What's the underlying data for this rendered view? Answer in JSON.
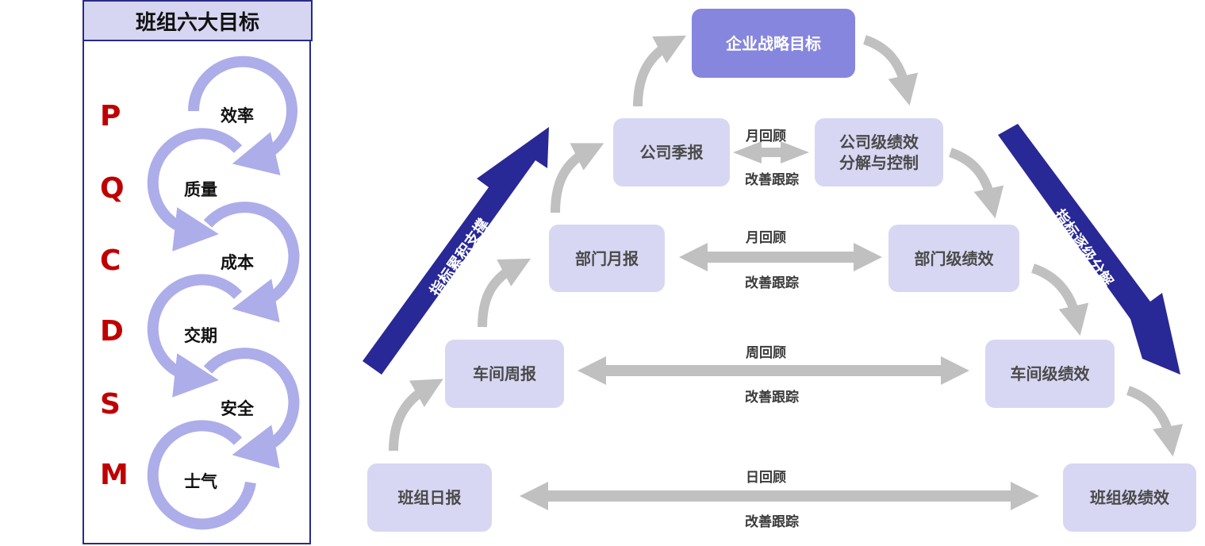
{
  "left_panel": {
    "title": "班组六大目标",
    "items": [
      {
        "letter": "P",
        "goal": "效率"
      },
      {
        "letter": "Q",
        "goal": "质量"
      },
      {
        "letter": "C",
        "goal": "成本"
      },
      {
        "letter": "D",
        "goal": "交期"
      },
      {
        "letter": "S",
        "goal": "安全"
      },
      {
        "letter": "M",
        "goal": "士气"
      }
    ]
  },
  "diagram": {
    "top_goal": "企业战略目标",
    "left_column": [
      "公司季报",
      "部门月报",
      "车间周报",
      "班组日报"
    ],
    "right_column": [
      "公司级绩效\n分解与控制",
      "部门级绩效",
      "车间级绩效",
      "班组级绩效"
    ],
    "right_column_lines": [
      [
        "公司级绩效",
        "分解与控制"
      ],
      [
        "部门级绩效"
      ],
      [
        "车间级绩效"
      ],
      [
        "班组级绩效"
      ]
    ],
    "connectors": [
      {
        "review": "月回顾",
        "track": "改善跟踪"
      },
      {
        "review": "月回顾",
        "track": "改善跟踪"
      },
      {
        "review": "周回顾",
        "track": "改善跟踪"
      },
      {
        "review": "日回顾",
        "track": "改善跟踪"
      }
    ],
    "left_arrow_label": "指标累积支撑",
    "right_arrow_label": "指标逐级分解"
  },
  "colors": {
    "panel_border": "#2a2a8a",
    "panel_header_bg": "#d6d6f2",
    "letter_red": "#c00000",
    "cycle_arrow": "#adadea",
    "box_bg": "#d7d7f3",
    "top_box_bg": "#8686de",
    "gray_arrow": "#c0c0c0",
    "diag_arrow": "#282896"
  }
}
